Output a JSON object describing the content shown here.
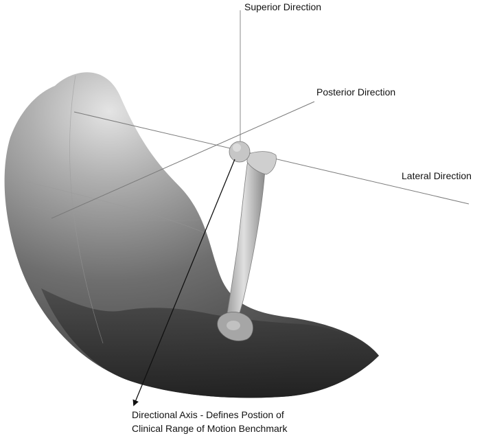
{
  "labels": {
    "superior": "Superior Direction",
    "posterior": "Posterior Direction",
    "lateral": "Lateral Direction",
    "axis_line1": "Directional Axis - Defines Postion of",
    "axis_line2": "Clinical Range of Motion Benchmark"
  },
  "colors": {
    "surface_light": "#d6d6d6",
    "surface_mid": "#7a7a7a",
    "surface_dark": "#2c2c2c",
    "bone": "#c9c9c9",
    "axis_lines": "#8a8a8a",
    "arrow": "#111111"
  }
}
